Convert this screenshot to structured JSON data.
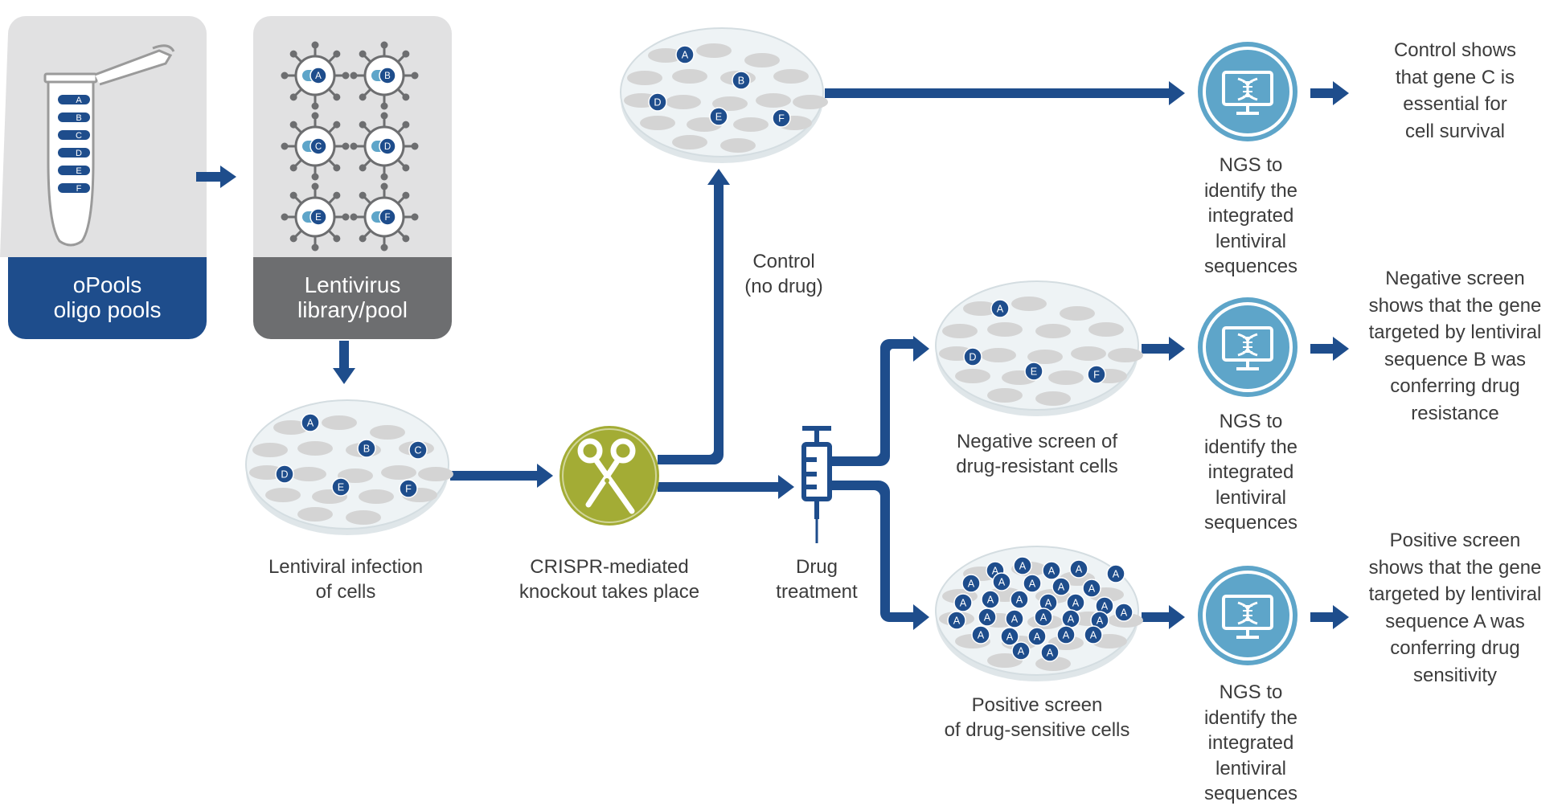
{
  "colors": {
    "navy": "#1e4d8c",
    "dark_gray_box": "#6d6e70",
    "light_gray_box": "#e1e1e2",
    "crispr_green": "#a3ac35",
    "ngs_blue": "#5ea5c9",
    "dish_fill": "#eef3f5",
    "cell_gray": "#d4d4d4",
    "text": "#3c3c3c"
  },
  "boxes": {
    "opools": {
      "line1": "oPools",
      "line2": "oligo pools"
    },
    "lentivirus": {
      "line1": "Lentivirus",
      "line2": "library/pool"
    }
  },
  "tube_labels": [
    "A",
    "B",
    "C",
    "D",
    "E",
    "F"
  ],
  "virus_labels": [
    "A",
    "B",
    "C",
    "D",
    "E",
    "F"
  ],
  "dish_infection_labels": [
    "A",
    "B",
    "C",
    "D",
    "E",
    "F"
  ],
  "dish_control_labels": [
    "A",
    "B",
    "D",
    "E",
    "F"
  ],
  "dish_negative_labels": [
    "A",
    "D",
    "E",
    "F"
  ],
  "dish_positive_label": "A",
  "steps": {
    "infection": {
      "line1": "Lentiviral infection",
      "line2": "of cells"
    },
    "crispr": {
      "line1": "CRISPR-mediated",
      "line2": "knockout takes place"
    },
    "drug": {
      "line1": "Drug",
      "line2": "treatment"
    },
    "control": {
      "line1": "Control",
      "line2": "(no drug)"
    },
    "negative": {
      "line1": "Negative screen of",
      "line2": "drug-resistant cells"
    },
    "positive": {
      "line1": "Positive screen",
      "line2": "of drug-sensitive cells"
    }
  },
  "ngs": {
    "line1": "NGS to",
    "line2": "identify the",
    "line3": "integrated",
    "line4": "lentiviral",
    "line5": "sequences"
  },
  "results": {
    "control": [
      "Control shows",
      "that gene C is",
      "essential for",
      "cell survival"
    ],
    "negative": [
      "Negative screen",
      "shows that the  gene",
      "targeted by lentiviral",
      "sequence B was",
      "conferring drug",
      "resistance"
    ],
    "positive": [
      "Positive screen",
      "shows that the  gene",
      "targeted by lentiviral",
      "sequence A was",
      "conferring drug",
      "sensitivity"
    ]
  }
}
